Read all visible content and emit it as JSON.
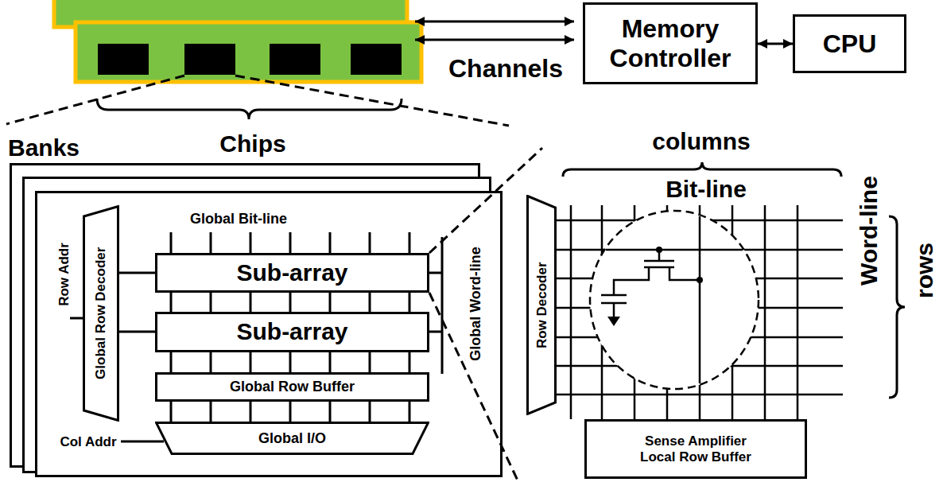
{
  "diagram": {
    "nodes": [
      {
        "text": [
          "Memory Controller"
        ]
      },
      {
        "text": [
          "CPU"
        ]
      },
      {
        "text": [
          "Banks"
        ]
      },
      {
        "text": [
          "Global Row Decoder"
        ],
        "in": 2
      },
      {
        "text": [
          "Sub-array"
        ],
        "in": 2
      },
      {
        "text": [
          "Sub-array"
        ],
        "in": 2
      },
      {
        "text": [
          "Global Row Buffer"
        ],
        "in": 2
      },
      {
        "text": [
          "Global I/O"
        ],
        "in": 2
      },
      {
        "text": [
          "Row Decoder"
        ]
      },
      {
        "text": [
          "Sense Amplifier Local Row Buffer"
        ]
      }
    ],
    "edges": [
      {
        "from": 0,
        "to": 1,
        "arrow": "both"
      }
    ],
    "labels": [
      "Channels",
      "Chips",
      "Global Bit-line",
      "Global Word-line",
      "Row Addr",
      "Col Addr",
      "columns",
      "Bit-line",
      "Word-line",
      "rows"
    ]
  }
}
